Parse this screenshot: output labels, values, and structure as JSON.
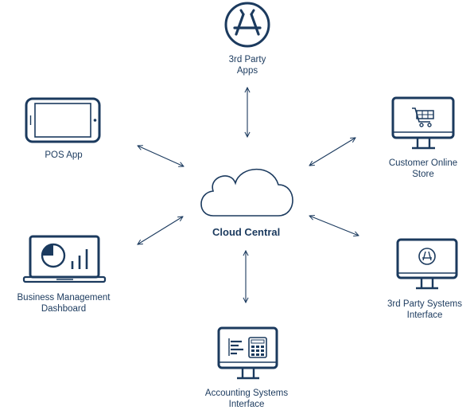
{
  "center": {
    "label": "Cloud Central",
    "icon": "cloud-icon"
  },
  "nodes": {
    "third_party_apps": {
      "lines": [
        "3rd Party",
        "Apps"
      ],
      "icon": "app-store-icon"
    },
    "pos_app": {
      "lines": [
        "POS App"
      ],
      "icon": "tablet-icon"
    },
    "customer_online_store": {
      "lines": [
        "Customer Online",
        "Store"
      ],
      "icon": "monitor-shopping-cart-icon"
    },
    "business_management_dashboard": {
      "lines": [
        "Business Management",
        "Dashboard"
      ],
      "icon": "laptop-dashboard-icon"
    },
    "third_party_systems_interface": {
      "lines": [
        "3rd Party Systems",
        "Interface"
      ],
      "icon": "monitor-app-store-icon"
    },
    "accounting_systems_interface": {
      "lines": [
        "Accounting Systems",
        "Interface"
      ],
      "icon": "monitor-calculator-icon"
    }
  },
  "colors": {
    "stroke": "#1b3a5e",
    "background": "#ffffff"
  }
}
